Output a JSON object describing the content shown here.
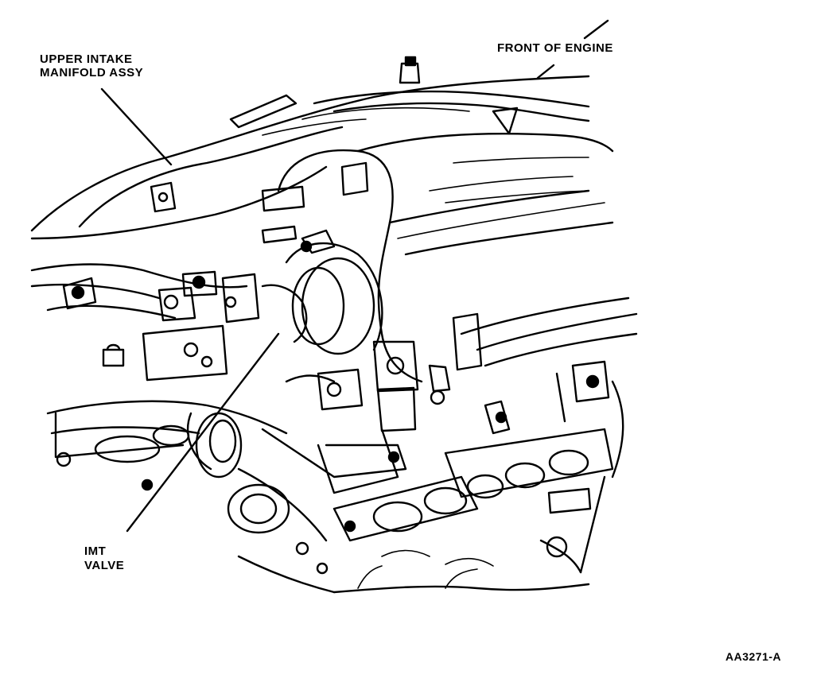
{
  "labels": {
    "upper_intake_line1": "UPPER INTAKE",
    "upper_intake_line2": "MANIFOLD ASSY",
    "front_of_engine": "FRONT OF ENGINE",
    "imt_line1": "IMT",
    "imt_line2": "VALVE",
    "figure_code": "AA3271-A"
  },
  "colors": {
    "ink": "#000000",
    "paper": "#ffffff"
  }
}
